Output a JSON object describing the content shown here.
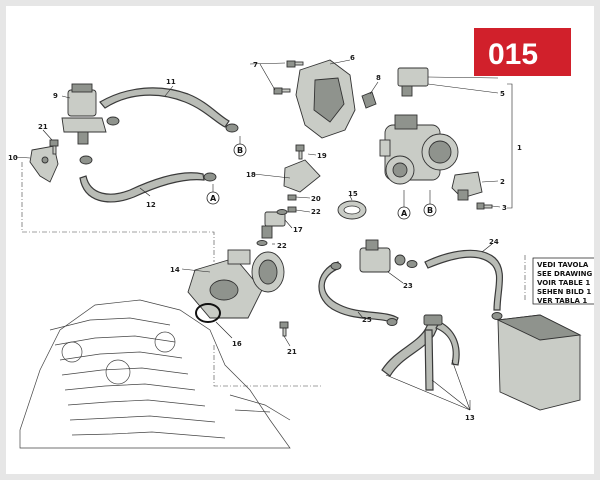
{
  "badge": {
    "text": "015",
    "color": "#d1202b"
  },
  "callouts": {
    "c1": "1",
    "c2": "2",
    "c3": "3",
    "c5": "5",
    "c6": "6",
    "c7": "7",
    "c8": "8",
    "c9": "9",
    "c10": "10",
    "c11": "11",
    "c12": "12",
    "c13": "13",
    "c14": "14",
    "c15": "15",
    "c16": "16",
    "c17": "17",
    "c18": "18",
    "c19": "19",
    "c20": "20",
    "c21a": "21",
    "c21b": "21",
    "c22a": "22",
    "c22b": "22",
    "c23": "23",
    "c24": "24",
    "c25": "25"
  },
  "markers": {
    "a1": "A",
    "b1": "B",
    "a2": "A",
    "b2": "B"
  },
  "note": {
    "line1": "VEDI TAVOLA",
    "line2": "SEE DRAWING",
    "line3": "VOIR TABLE 1",
    "line4": "SEHEN BILD 1",
    "line5": "VER TABLA 1"
  },
  "icons": [
    "engine-block",
    "throttle-body",
    "hose",
    "clamp",
    "sensor",
    "canister"
  ]
}
